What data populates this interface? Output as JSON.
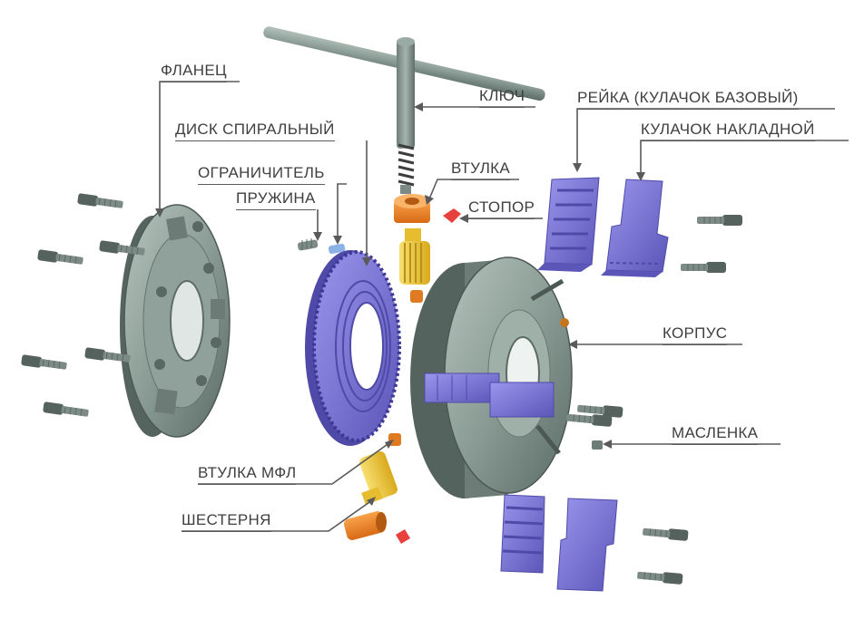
{
  "labels": {
    "flange": "ФЛАНЕЦ",
    "spiral_disk": "ДИСК СПИРАЛЬНЫЙ",
    "limiter": "ОГРАНИЧИТЕЛЬ",
    "spring": "ПРУЖИНА",
    "key": "КЛЮЧ",
    "bushing": "ВТУЛКА",
    "stopper": "СТОПОР",
    "rack": "РЕЙКА (КУЛАЧОК БАЗОВЫЙ)",
    "top_jaw": "КУЛАЧОК НАКЛАДНОЙ",
    "body": "КОРПУС",
    "oiler": "МАСЛЕНКА",
    "bushing_mfl": "ВТУЛКА МФЛ",
    "gear": "ШЕСТЕРНЯ"
  },
  "colors": {
    "steel": "#7f918a",
    "steel_light": "#a9b8b2",
    "steel_dark": "#56645f",
    "violet": "#7c78d8",
    "violet_dark": "#4f4aa8",
    "orange": "#f08a2c",
    "yellow": "#f2cd3e",
    "red": "#e8403c",
    "bolt": "#6e7c78",
    "text": "#3f3f3f"
  }
}
